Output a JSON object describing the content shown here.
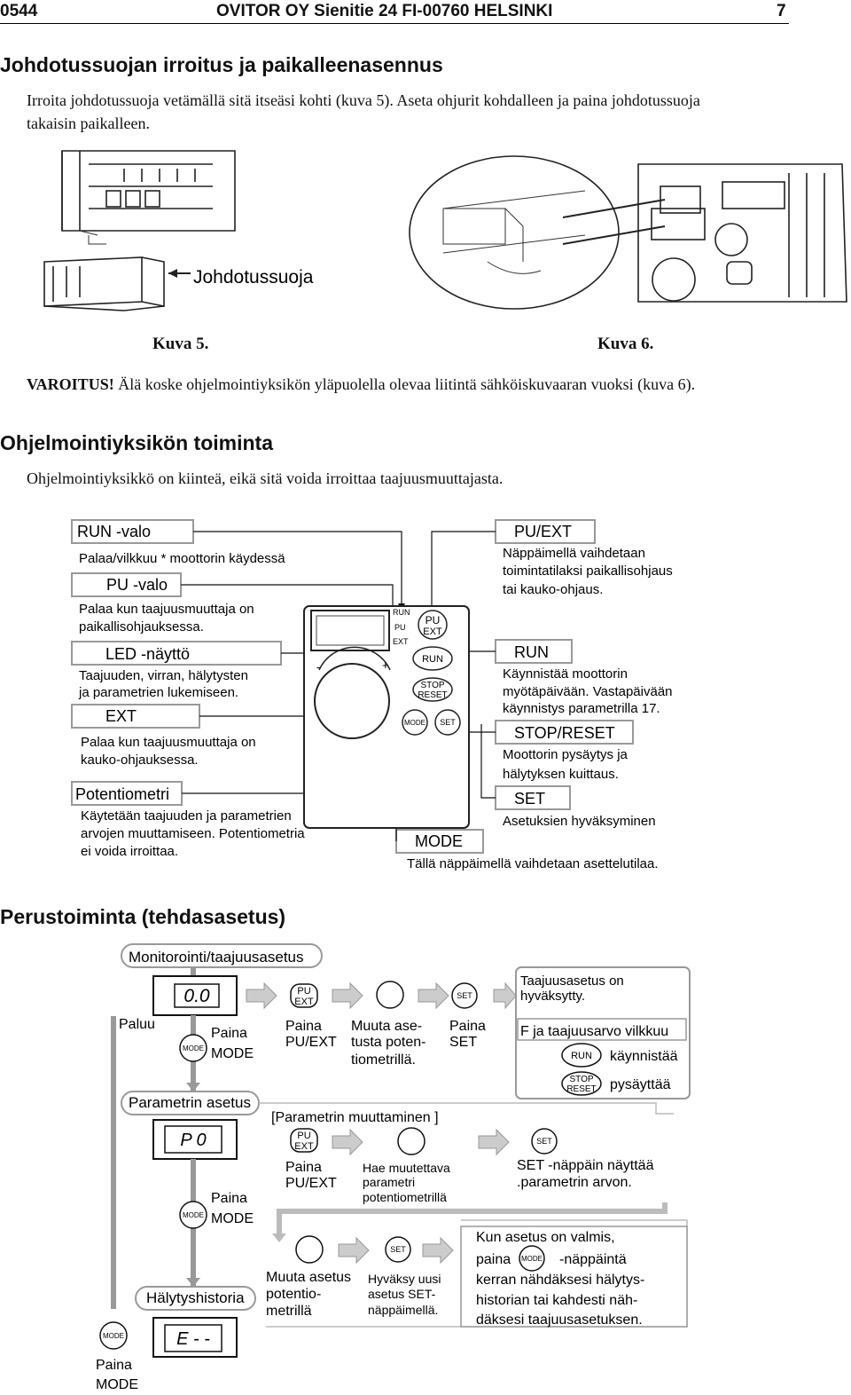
{
  "header": {
    "left": "0544",
    "center": "OVITOR OY  Sienitie 24  FI-00760 HELSINKI",
    "page": "7"
  },
  "sec1": {
    "title": "Johdotussuojan irroitus ja paikalleenasennus",
    "p1": "Irroita johdotussuoja vetämällä sitä itseäsi kohti (kuva 5). Aseta ohjurit kohdalleen ja paina johdotussuoja",
    "p2": "takaisin paikalleen.",
    "fig5_label": "Johdotussuoja",
    "cap5": "Kuva 5.",
    "cap6": "Kuva 6.",
    "warn_bold": "VAROITUS!",
    "warn_text": " Älä koske ohjelmointiyksikön yläpuolella olevaa liitintä sähköiskuvaaran vuoksi (kuva 6)."
  },
  "sec2": {
    "title": "Ohjelmointiyksikön toiminta",
    "p": "Ohjelmointiyksikkö on kiinteä, eikä sitä voida irroittaa taajuusmuuttajasta.",
    "run_valo": {
      "title": "RUN -valo",
      "text": "Palaa/vilkkuu * moottorin käydessä"
    },
    "pu_valo": {
      "title": "PU -valo",
      "l1": "Palaa kun taajuusmuuttaja on",
      "l2": "paikallisohjauksessa."
    },
    "led": {
      "title": "LED -näyttö",
      "l1": "Taajuuden, virran, hälytysten",
      "l2": "ja parametrien lukemiseen."
    },
    "ext": {
      "title": "EXT",
      "l1": "Palaa kun taajuusmuuttaja on",
      "l2": "kauko-ohjauksessa."
    },
    "pot": {
      "title": "Potentiometri",
      "l1": "Käytetään taajuuden ja parametrien",
      "l2": "arvojen muuttamiseen. Potentiometria",
      "l3": "ei voida irroittaa."
    },
    "puext": {
      "title": "PU/EXT",
      "l1": "Näppäimellä vaihdetaan",
      "l2": "toimintatilaksi paikallisohjaus",
      "l3": "tai kauko-ohjaus."
    },
    "run": {
      "title": "RUN",
      "l1": "Käynnistää moottorin",
      "l2": "myötäpäivään. Vastapäivään",
      "l3": "käynnistys parametrilla 17."
    },
    "stop": {
      "title": "STOP/RESET",
      "l1": "Moottorin pysäytys ja",
      "l2": "hälytyksen kuittaus."
    },
    "set": {
      "title": "SET",
      "l1": "Asetuksien hyväksyminen"
    },
    "mode": {
      "title": "MODE",
      "l1": "Tällä näppäimellä vaihdetaan asettelutilaa."
    },
    "panel": {
      "ind_run": "RUN",
      "ind_pu": "PU",
      "ind_ext": "EXT",
      "btn_pu": "PU",
      "btn_ext": "EXT",
      "btn_run": "RUN",
      "btn_stop": "STOP",
      "btn_reset": "RESET",
      "btn_mode": "MODE",
      "btn_set": "SET",
      "minus": "-",
      "plus": "+"
    }
  },
  "sec3": {
    "title": "Perustoiminta (tehdasasetus)",
    "monitor": "Monitorointi/taajuusasetus",
    "disp1": "0.0",
    "paluu": "Paluu",
    "paina": "Paina",
    "mode": "MODE",
    "paina_puext": "Paina",
    "puext_label": "PU/EXT",
    "muuta1": "Muuta ase-",
    "muuta2": "tusta poten-",
    "muuta3": "tiometrillä.",
    "paina_set": "Paina",
    "set": "SET",
    "acc1": "Taajuusasetus on",
    "acc2": "hyväksytty.",
    "blink": "F ja taajuusarvo vilkkuu",
    "kaynnistaa": "käynnistää",
    "pysayttaa": "pysäyttää",
    "param": "Parametrin asetus",
    "disp2": "P  0",
    "pm_title": "[Parametrin muuttaminen ]",
    "hae1": "Hae muutettava",
    "hae2": "parametri",
    "hae3": "potentiometrillä",
    "setnap1": "SET -näppäin näyttää",
    "setnap2": ".parametrin arvon.",
    "muuta_a1": "Muuta asetus",
    "muuta_a2": "potentio-",
    "muuta_a3": "metrillä",
    "hyv1": "Hyväksy uusi",
    "hyv2": "asetus SET-",
    "hyv3": "näppäimellä.",
    "kun1": "Kun asetus on valmis,",
    "kun2a": "paina",
    "kun2b": "-näppäintä",
    "kun3": "kerran nähdäksesi hälytys-",
    "kun4": "historian tai kahdesti näh-",
    "kun5": "däksesi taajuusasetuksen.",
    "hist": "Hälytyshistoria",
    "disp3": "E - -",
    "btn_pu": "PU",
    "btn_ext": "EXT",
    "btn_run": "RUN",
    "btn_stop": "STOP",
    "btn_reset": "RESET",
    "btn_set": "SET",
    "btn_mode": "MODE"
  }
}
